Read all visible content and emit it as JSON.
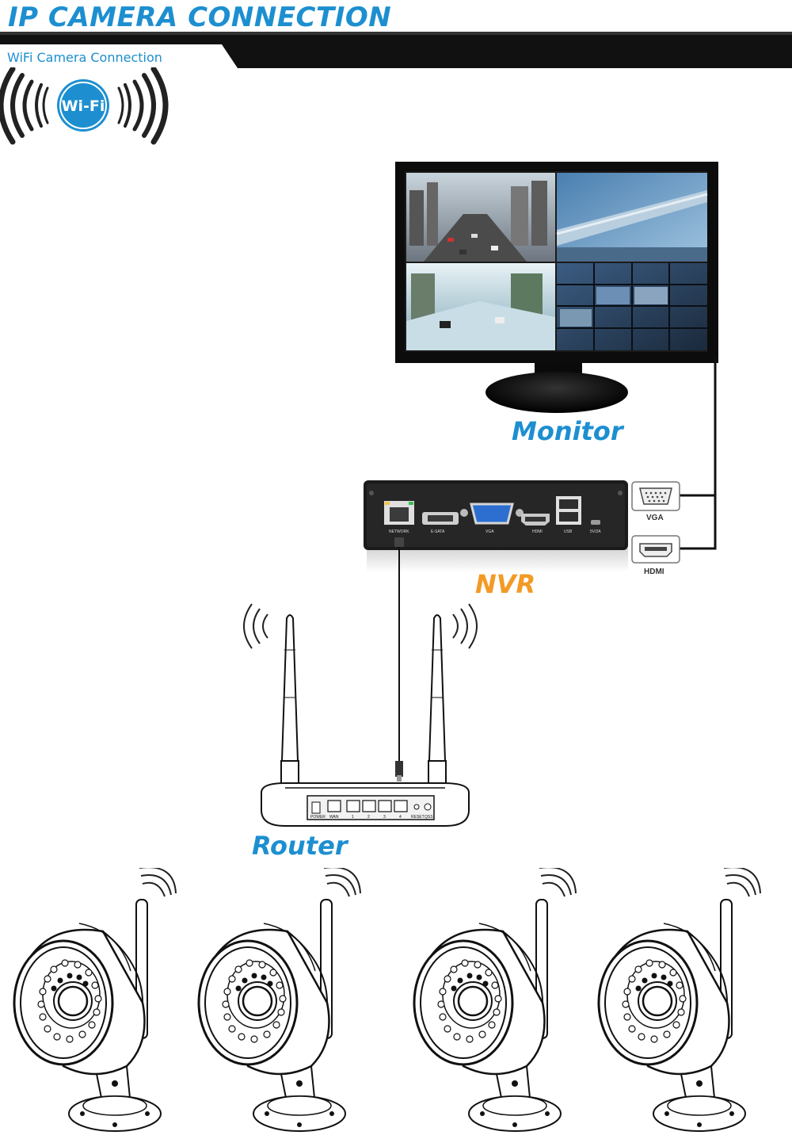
{
  "header": {
    "title": "IP CAMERA CONNECTION",
    "subtitle": "WiFi Camera Connection",
    "wifi_badge": "Wi-Fi"
  },
  "labels": {
    "monitor": "Monitor",
    "nvr": "NVR",
    "router": "Router"
  },
  "nvr_ports": [
    "NETWORK",
    "E-SATA",
    "VGA",
    "HDMI",
    "USB",
    "5V/2A"
  ],
  "connectors": {
    "vga": "VGA",
    "hdmi": "HDMI"
  },
  "router_ports": [
    "POWER",
    "WAN",
    "1",
    "2",
    "3",
    "4",
    "RESET",
    "QSS"
  ],
  "cameras": [
    "camera-1",
    "camera-2",
    "camera-3",
    "camera-4"
  ],
  "colors": {
    "accent_blue": "#1d8fd0",
    "nvr_orange": "#f39a26",
    "banner_black": "#111111"
  },
  "icons": [
    "wifi-icon",
    "monitor-icon",
    "nvr-icon",
    "router-icon",
    "camera-icon",
    "antenna-signal-icon"
  ]
}
